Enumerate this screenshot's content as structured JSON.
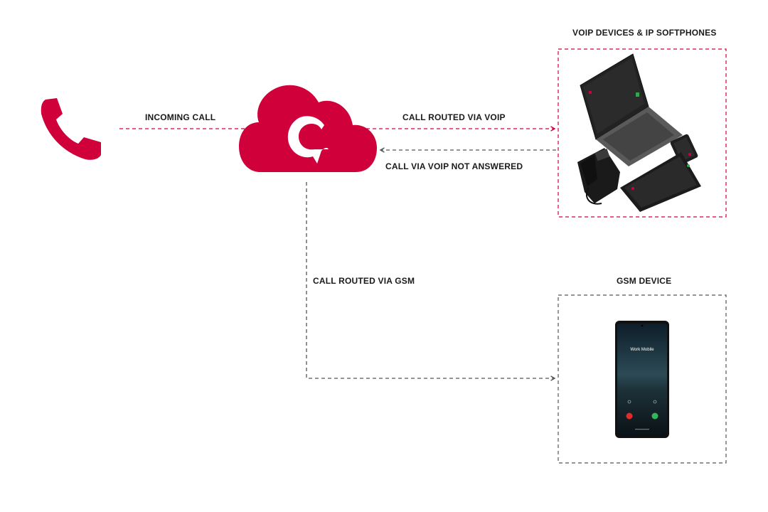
{
  "colors": {
    "brand_red": "#d0003a",
    "dashed_red": "#d0003a",
    "dashed_dark": "#555555",
    "text": "#1a1a1a"
  },
  "icons": {
    "incoming": "phone-handset-icon",
    "cloud": "cloud-logo-icon",
    "voip_devices": "laptop-tablet-deskphone-icon",
    "gsm_device": "smartphone-icon"
  },
  "labels": {
    "incoming_call": "INCOMING CALL",
    "call_routed_voip": "CALL ROUTED VIA VOIP",
    "call_voip_not_answered": "CALL VIA VOIP NOT ANSWERED",
    "call_routed_gsm": "CALL ROUTED VIA GSM",
    "voip_devices_title": "VOIP DEVICES & IP SOFTPHONES",
    "gsm_device_title": "GSM DEVICE"
  },
  "gsm_phone_screen": {
    "caller_name": "Work Mobile"
  }
}
